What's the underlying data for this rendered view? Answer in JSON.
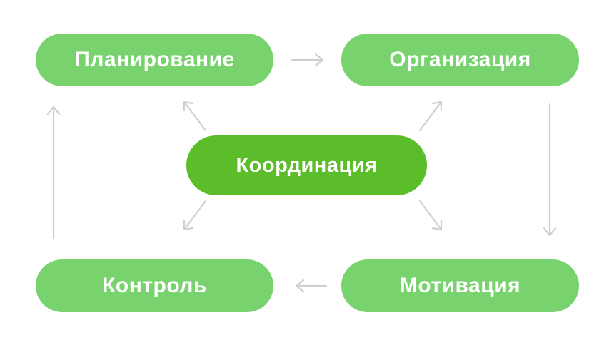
{
  "nodes": {
    "planning": "Планирование",
    "organization": "Организация",
    "coordination": "Координация",
    "control": "Контроль",
    "motivation": "Мотивация"
  },
  "colors": {
    "node_fill": "#78d36e",
    "center_fill": "#5bbd2a",
    "arrow": "#cfcfcf",
    "text": "#ffffff"
  }
}
